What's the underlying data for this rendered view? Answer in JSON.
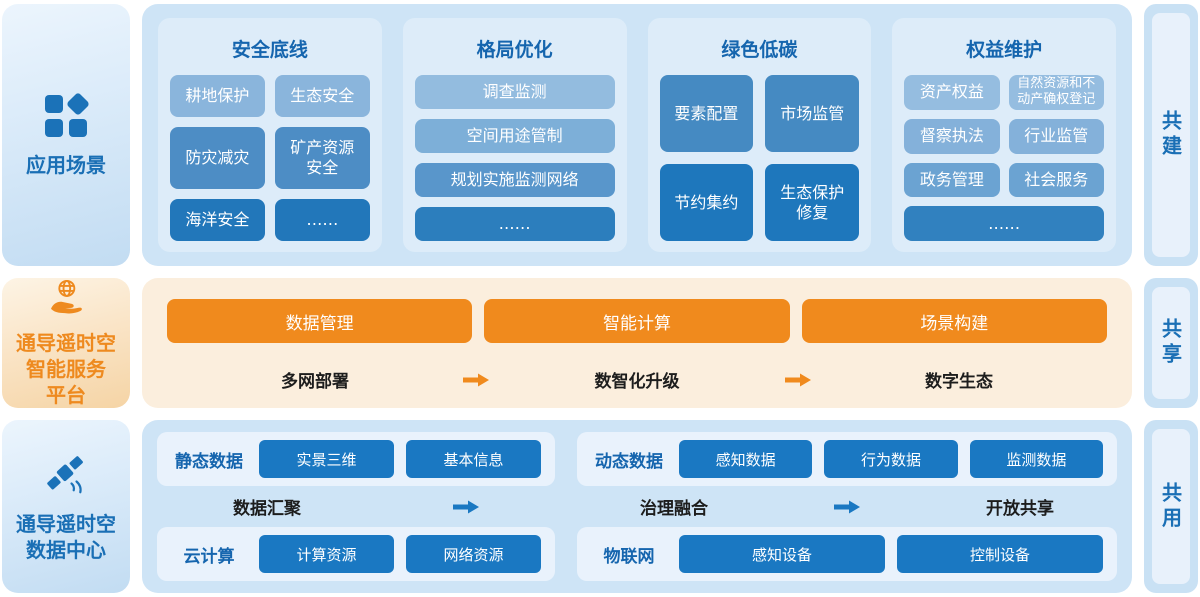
{
  "colors": {
    "accent_blue": "#1a6fb5",
    "accent_orange": "#f08a1d",
    "chip_dark_blue": "#2277ba",
    "solid_button_blue": "#1a78c2",
    "row_blue_bg": "#cee4f6",
    "row_orange_bg": "#fbeedd"
  },
  "sidebar": {
    "scenarios_title": "应用场景",
    "platform_title": "通导遥时空\n智能服务\n平台",
    "datacenter_title": "通导遥时空\n数据中心"
  },
  "side_labels": {
    "build": "共建",
    "share": "共享",
    "use": "共用"
  },
  "scenarios": {
    "columns": [
      {
        "title": "安全底线",
        "items": [
          {
            "label": "耕地保护"
          },
          {
            "label": "生态安全"
          },
          {
            "label": "防灾减灾"
          },
          {
            "label": "矿产资源\n安全"
          },
          {
            "label": "海洋安全"
          },
          {
            "label": "……"
          }
        ]
      },
      {
        "title": "格局优化",
        "items": [
          {
            "label": "调查监测"
          },
          {
            "label": "空间用途管制"
          },
          {
            "label": "规划实施监测网络"
          },
          {
            "label": "……"
          }
        ]
      },
      {
        "title": "绿色低碳",
        "items": [
          {
            "label": "要素配置"
          },
          {
            "label": "市场监管"
          },
          {
            "label": "节约集约"
          },
          {
            "label": "生态保护\n修复"
          }
        ]
      },
      {
        "title": "权益维护",
        "items": [
          {
            "label": "资产权益"
          },
          {
            "label": "自然资源和不\n动产确权登记"
          },
          {
            "label": "督察执法"
          },
          {
            "label": "行业监管"
          },
          {
            "label": "政务管理"
          },
          {
            "label": "社会服务"
          },
          {
            "label": "……"
          }
        ]
      }
    ]
  },
  "platform": {
    "buttons": [
      {
        "label": "数据管理"
      },
      {
        "label": "智能计算"
      },
      {
        "label": "场景构建"
      }
    ],
    "flow": [
      {
        "label": "多网部署"
      },
      {
        "label": "数智化升级"
      },
      {
        "label": "数字生态"
      }
    ]
  },
  "datacenter": {
    "left": {
      "top_label": "静态数据",
      "top_buttons": [
        {
          "label": "实景三维"
        },
        {
          "label": "基本信息"
        }
      ],
      "flow_label": "数据汇聚",
      "bottom_label": "云计算",
      "bottom_buttons": [
        {
          "label": "计算资源"
        },
        {
          "label": "网络资源"
        }
      ]
    },
    "right": {
      "top_label": "动态数据",
      "top_buttons": [
        {
          "label": "感知数据"
        },
        {
          "label": "行为数据"
        },
        {
          "label": "监测数据"
        }
      ],
      "flow_label_1": "治理融合",
      "flow_label_2": "开放共享",
      "bottom_label": "物联网",
      "bottom_buttons": [
        {
          "label": "感知设备"
        },
        {
          "label": "控制设备"
        }
      ]
    }
  }
}
